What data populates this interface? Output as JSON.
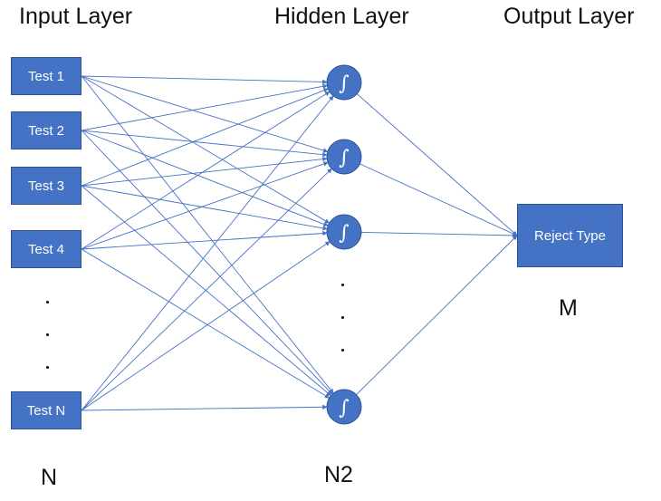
{
  "layers": {
    "input": {
      "title": "Input Layer",
      "nodes": [
        {
          "label": "Test 1"
        },
        {
          "label": "Test 2"
        },
        {
          "label": "Test 3"
        },
        {
          "label": "Test 4"
        },
        {
          "label": "Test N"
        }
      ],
      "ellipsis": "...",
      "count_label": "N"
    },
    "hidden": {
      "title": "Hidden Layer",
      "nodes": [
        {
          "glyph": "∫",
          "icon": "integral-icon"
        },
        {
          "glyph": "∫",
          "icon": "integral-icon"
        },
        {
          "glyph": "∫",
          "icon": "integral-icon"
        },
        {
          "glyph": "∫",
          "icon": "integral-icon"
        }
      ],
      "ellipsis": "...",
      "count_label": "N2"
    },
    "output": {
      "title": "Output Layer",
      "nodes": [
        {
          "label": "Reject Type"
        }
      ],
      "count_label": "M"
    }
  },
  "connections": "fully-connected",
  "colors": {
    "node_fill": "#4472c4",
    "node_border": "#2f528f",
    "edge": "#4472c4",
    "node_text": "#ffffff"
  }
}
